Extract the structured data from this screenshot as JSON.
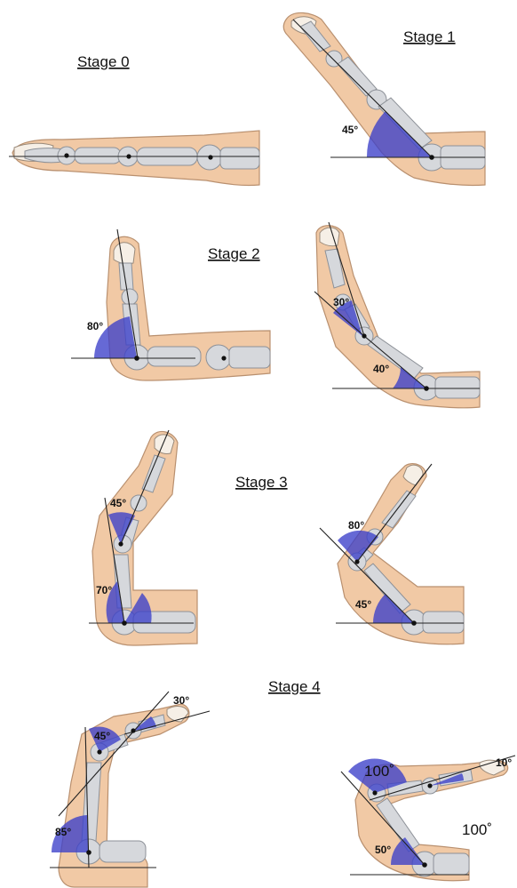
{
  "stages": {
    "s0": "Stage 0",
    "s1": "Stage 1",
    "s2": "Stage 2",
    "s3": "Stage 3",
    "s4": "Stage 4"
  },
  "angles": {
    "s1": "45°",
    "s2a": "80°",
    "s2b_top": "30°",
    "s2b_bottom": "40°",
    "s3a_top": "45°",
    "s3a_bottom": "70°",
    "s3b_top": "80°",
    "s3b_bottom": "45°",
    "s4a_top": "30°",
    "s4a_mid": "45°",
    "s4a_bottom": "85°",
    "s4b_tip": "10°",
    "s4b_mid": "100˚",
    "s4b_right": "100˚",
    "s4b_bottom": "50°"
  },
  "colors": {
    "wedge": "#3b3fc9",
    "skin": "#f1c9a5",
    "bone": "#d6d8dc"
  }
}
